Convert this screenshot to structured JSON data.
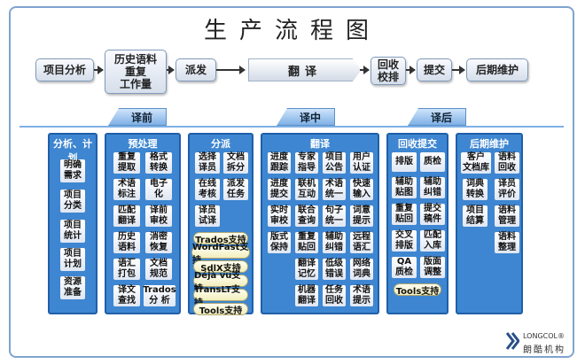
{
  "title": "生产流程图",
  "flow": {
    "analysis": "项目分析",
    "corpus": "历史语料\n重复\n工作量",
    "dispatch": "派发",
    "translate": "翻译",
    "review": "回收\n校排",
    "submit": "提交",
    "maintain": "后期维护"
  },
  "tabs": {
    "pre": "译前",
    "mid": "译中",
    "post": "译后"
  },
  "columns": {
    "analysis": {
      "title": "分析、计划",
      "items": [
        "明确\n需求",
        "项目\n分类",
        "项目\n统计",
        "项目\n计划",
        "资源\n准备"
      ]
    },
    "preprocess": {
      "title": "预处理",
      "items": [
        "重复\n提取",
        "格式\n转换",
        "术语\n标注",
        "电子\n化",
        "匹配\n翻译",
        "译前\n审校",
        "历史\n语料",
        "消密\n恢复",
        "语汇\n打包",
        "文档\n规范",
        "译文\n查找",
        "Trados\n分 析"
      ]
    },
    "dispatch": {
      "title": "分派",
      "items": [
        "选择\n译员",
        "文档\n拆分",
        "在线\n考核",
        "派发\n任务",
        "译员\n试译"
      ],
      "pills": [
        "Trados支持",
        "WordFast支持",
        "SdlX支持",
        "Déjà vu支持",
        "TransLT支持",
        "Tools支持"
      ]
    },
    "translate": {
      "title": "翻译",
      "items": [
        "进度\n跟踪",
        "专家\n指导",
        "项目\n公告",
        "用户\n认证",
        "进度\n提交",
        "联机\n互动",
        "术语\n统一",
        "快速\n输入",
        "实时\n审校",
        "联合\n查询",
        "句子\n统一",
        "词意\n提示",
        "版式\n保持",
        "重复\n贴回",
        "辅助\n纠错",
        "远程\n语汇",
        "翻译\n记忆",
        "低级\n错误",
        "网络\n词典",
        "机器\n翻译",
        "任务\n回收",
        "术语\n提示"
      ]
    },
    "review": {
      "title": "回收提交",
      "items": [
        "排版",
        "质检",
        "辅助\n贴图",
        "辅助\n纠错",
        "重复\n贴回",
        "提交\n稿件",
        "交叉\n排版",
        "匹配\n入库",
        "QA\n质检",
        "版面\n调整"
      ],
      "pills": [
        "Tools支持"
      ]
    },
    "maintain": {
      "title": "后期维护",
      "items": [
        "客户\n文档库",
        "语料\n回收",
        "词典\n转换",
        "译员\n评价",
        "项目\n结算",
        "语料\n管理",
        "语料\n整理"
      ]
    }
  },
  "logo": {
    "en": "LONGCOL®",
    "cn": "朗酷机构"
  }
}
